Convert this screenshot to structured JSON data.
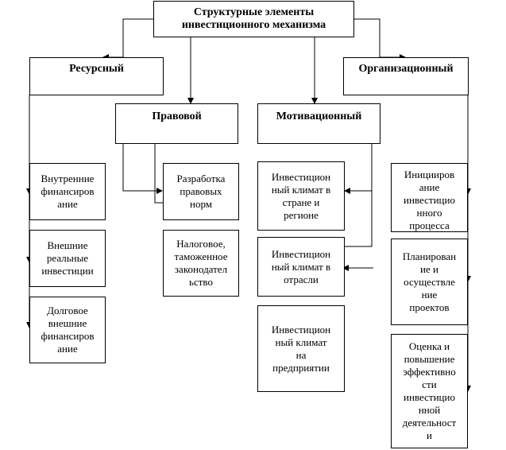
{
  "root": {
    "title": "Структурные элементы\nинвестиционного механизма"
  },
  "branches": {
    "resource": {
      "title": "Ресурсный",
      "items": [
        "Внутренние\nфинансиров\nание",
        "Внешние\nреальные\nинвестиции",
        "Долговое\nвнешние\nфинансиров\nание"
      ]
    },
    "legal": {
      "title": "Правовой",
      "items": [
        "Разработка\nправовых\nнорм",
        "Налоговое,\nтаможенное\nзаконодател\nьство"
      ]
    },
    "motivation": {
      "title": "Мотивационный",
      "items": [
        "Инвестицион\nный климат в\nстране и\nрегионе",
        "Инвестицион\nный климат в\nотрасли",
        "Инвестицион\nный климат\nна\nпредприятии"
      ]
    },
    "organizational": {
      "title": "Организационный",
      "items": [
        "Иницииров\nание\nинвестицио\nнного\nпроцесса",
        "Планирован\nие  и\nосуществле\nние\nпроектов",
        "Оценка и\nповышение\nэффективно\nсти\nинвестицио\nнной\nдеятельност\nи"
      ]
    }
  }
}
